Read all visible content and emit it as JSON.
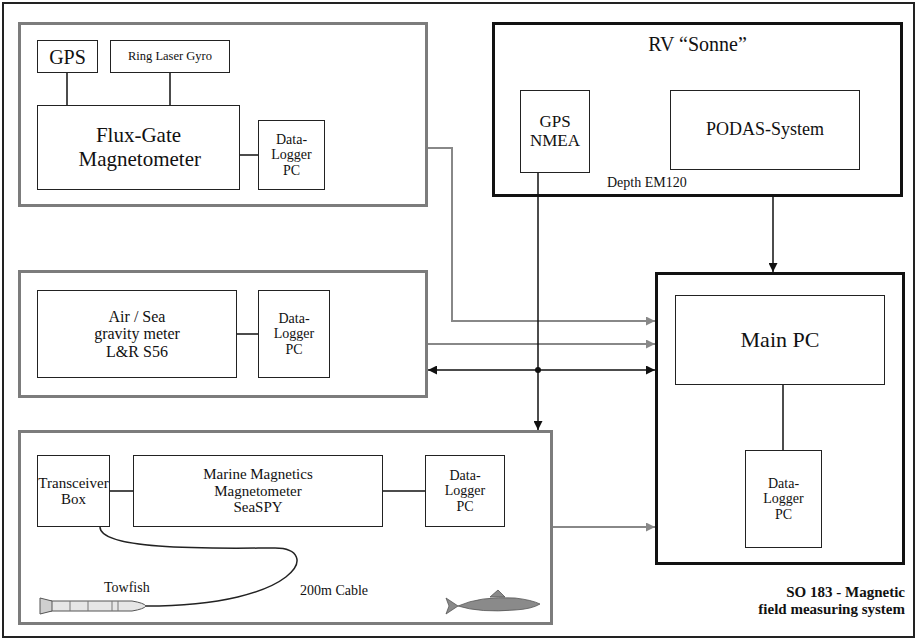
{
  "diagram": {
    "caption": "SO 183 - Magnetic field measuring system",
    "nodes": [
      {
        "text": []
      },
      {
        "text": [
          "GPS"
        ],
        "in": 0
      },
      {
        "text": [
          "Ring Laser Gyro"
        ],
        "in": 0
      },
      {
        "text": [
          "Flux-Gate Magnetometer"
        ],
        "in": 0
      },
      {
        "text": [
          "Data-Logger PC"
        ],
        "in": 0
      },
      {
        "text": [
          "RV “Sonne”",
          "Depth EM120"
        ]
      },
      {
        "text": [
          "GPS NMEA"
        ],
        "in": 5
      },
      {
        "text": [
          "PODAS-System"
        ],
        "in": 5
      },
      {
        "text": []
      },
      {
        "text": [
          "Air / Sea gravity meter L&R S56"
        ],
        "in": 8
      },
      {
        "text": [
          "Data-Logger PC"
        ],
        "in": 8
      },
      {
        "text": []
      },
      {
        "text": [
          "Main PC"
        ],
        "in": 11
      },
      {
        "text": [
          "Data-Logger PC"
        ],
        "in": 11
      },
      {
        "text": []
      },
      {
        "text": [
          "Transceiver Box"
        ],
        "in": 14
      },
      {
        "text": [
          "Marine Magnetics Magnetometer SeaSPY"
        ],
        "in": 14
      },
      {
        "text": [
          "Data-Logger PC"
        ],
        "in": 14
      }
    ],
    "edges": [
      {
        "from": 1,
        "to": 3,
        "arrow": "none"
      },
      {
        "from": 2,
        "to": 3,
        "arrow": "none"
      },
      {
        "from": 3,
        "to": 4,
        "arrow": "none"
      },
      {
        "from": 0,
        "to": 11,
        "arrow": "to"
      },
      {
        "from": 9,
        "to": 10,
        "arrow": "none"
      },
      {
        "from": 8,
        "to": 11,
        "arrow": "to"
      },
      {
        "from": 8,
        "to": 11,
        "arrow": "both"
      },
      {
        "from": 6,
        "to": 14,
        "arrow": "to"
      },
      {
        "from": 5,
        "to": 11,
        "arrow": "to"
      },
      {
        "from": 15,
        "to": 16,
        "arrow": "none"
      },
      {
        "from": 16,
        "to": 17,
        "arrow": "none"
      },
      {
        "from": 14,
        "to": 11,
        "arrow": "to"
      },
      {
        "from": 12,
        "to": 13,
        "arrow": "none"
      }
    ],
    "labels": [
      "Towfish",
      "200m Cable"
    ]
  }
}
